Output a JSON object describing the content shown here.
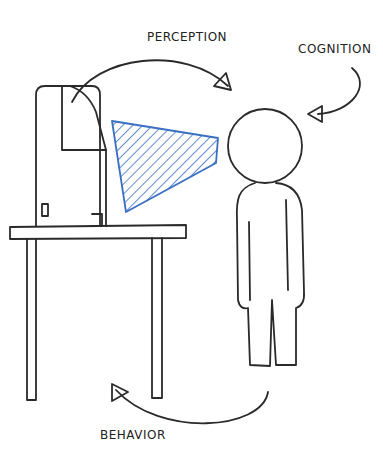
{
  "diagram": {
    "labels": [
      "PERCEPTION",
      "COGNITION",
      "BEHAVIOR"
    ]
  }
}
